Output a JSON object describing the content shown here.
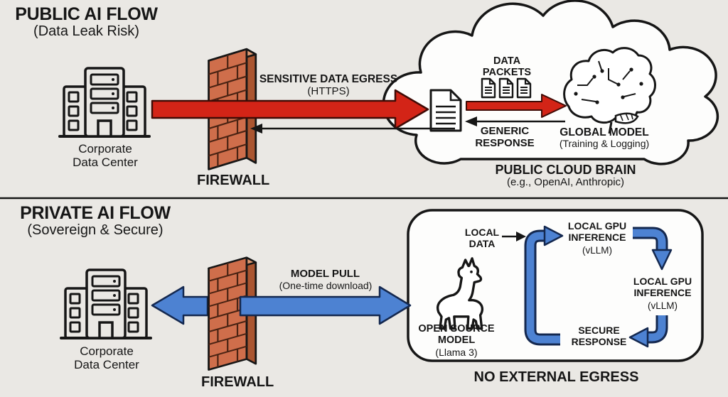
{
  "colors": {
    "background": "#eae8e4",
    "arrow_red": "#d32417",
    "arrow_red_outline": "#400b06",
    "arrow_blue": "#4d82d2",
    "arrow_blue_outline": "#14284f",
    "brick": "#cf6e4b",
    "brick_mortar": "#4a2313",
    "panel_white": "#fdfdfc",
    "ink": "#161616"
  },
  "icons": {
    "building": "office-building line art",
    "firewall": "3d brick wall",
    "cloud": "cloud outline",
    "document": "page with folded corner",
    "data-packet": "small document page",
    "brain": "circuit brain line art",
    "llama": "llama line art"
  },
  "public_flow": {
    "title": "PUBLIC AI FLOW",
    "subtitle": "(Data Leak Risk)",
    "data_center_label": "Corporate Data Center",
    "firewall_label": "FIREWALL",
    "egress_label": "SENSITIVE DATA EGRESS",
    "egress_sublabel": "(HTTPS)",
    "cloud": {
      "data_packets_label": "DATA PACKETS",
      "generic_response_label": "GENERIC RESPONSE",
      "global_model_label": "GLOBAL MODEL",
      "global_model_sublabel": "(Training & Logging)"
    },
    "cloud_caption": "PUBLIC CLOUD BRAIN",
    "cloud_caption_sub": "(e.g., OpenAI, Anthropic)"
  },
  "private_flow": {
    "title": "PRIVATE AI FLOW",
    "subtitle": "(Sovereign & Secure)",
    "data_center_label": "Corporate Data Center",
    "firewall_label": "FIREWALL",
    "model_pull_label": "MODEL PULL",
    "model_pull_sublabel": "(One-time download)",
    "box": {
      "local_data_label": "LOCAL DATA",
      "gpu_nodes": [
        {
          "label": "LOCAL GPU INFERENCE",
          "sublabel": "(vLLM)"
        },
        {
          "label": "LOCAL GPU INFERENCE",
          "sublabel": "(vLLM)"
        }
      ],
      "secure_response_label": "SECURE RESPONSE",
      "open_source_label": "OPEN SOURCE MODEL",
      "open_source_sublabel": "(Llama 3)"
    },
    "caption": "NO EXTERNAL EGRESS"
  }
}
